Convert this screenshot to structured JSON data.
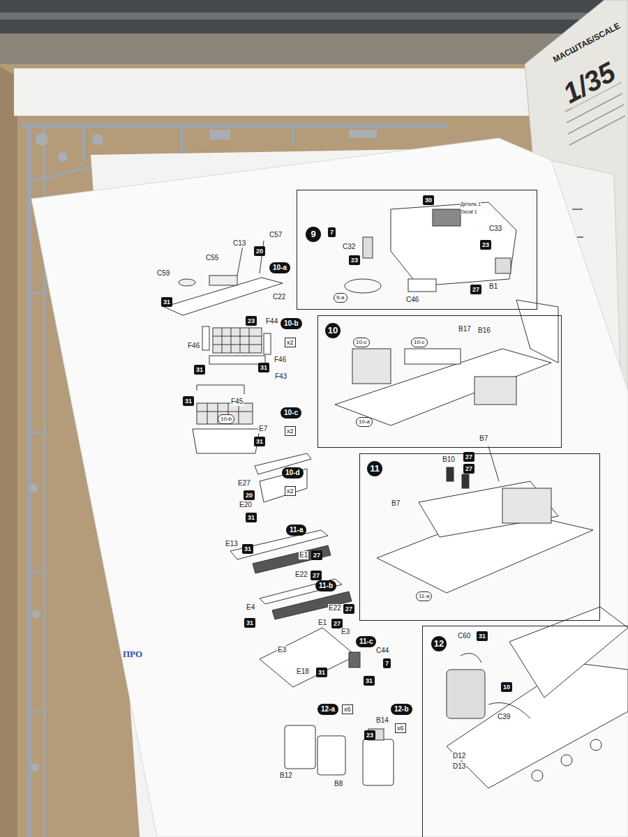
{
  "diagram": {
    "nodes": [
      {
        "text": [
          "9"
        ]
      },
      {
        "text": [
          "10"
        ]
      },
      {
        "text": [
          "11"
        ]
      },
      {
        "text": [
          "12"
        ]
      }
    ],
    "labels": [
      "МАСШТАБ/SCALE",
      "1/35",
      "C13",
      "C57",
      "C55",
      "20",
      "C59",
      "10-a",
      "C22",
      "31",
      "23",
      "F44",
      "10-b",
      "x2",
      "F46",
      "F46",
      "31",
      "31",
      "F43",
      "F45",
      "31",
      "10-b",
      "10-c",
      "x2",
      "E7",
      "31",
      "10-d",
      "x2",
      "E27",
      "20",
      "E20",
      "31",
      "11-a",
      "E13",
      "31",
      "E1",
      "27",
      "E22",
      "27",
      "11-b",
      "E4",
      "31",
      "E22",
      "27",
      "E1",
      "27",
      "E3",
      "11-c",
      "E3",
      "C44",
      "7",
      "E18",
      "31",
      "31",
      "12-a",
      "x6",
      "12-b",
      "x6",
      "B14",
      "23",
      "B12",
      "B8",
      "ПРО",
      "30",
      "Деталь 1",
      "Decal 1",
      "C33",
      "7",
      "C32",
      "23",
      "9-a",
      "C46",
      "23",
      "27",
      "B1",
      "B17",
      "B16",
      "10-c",
      "10-c",
      "10-a",
      "B7",
      "B10",
      "27",
      "27",
      "B7",
      "11-a",
      "C60",
      "31",
      "10",
      "C39",
      "D12",
      "D13"
    ]
  }
}
